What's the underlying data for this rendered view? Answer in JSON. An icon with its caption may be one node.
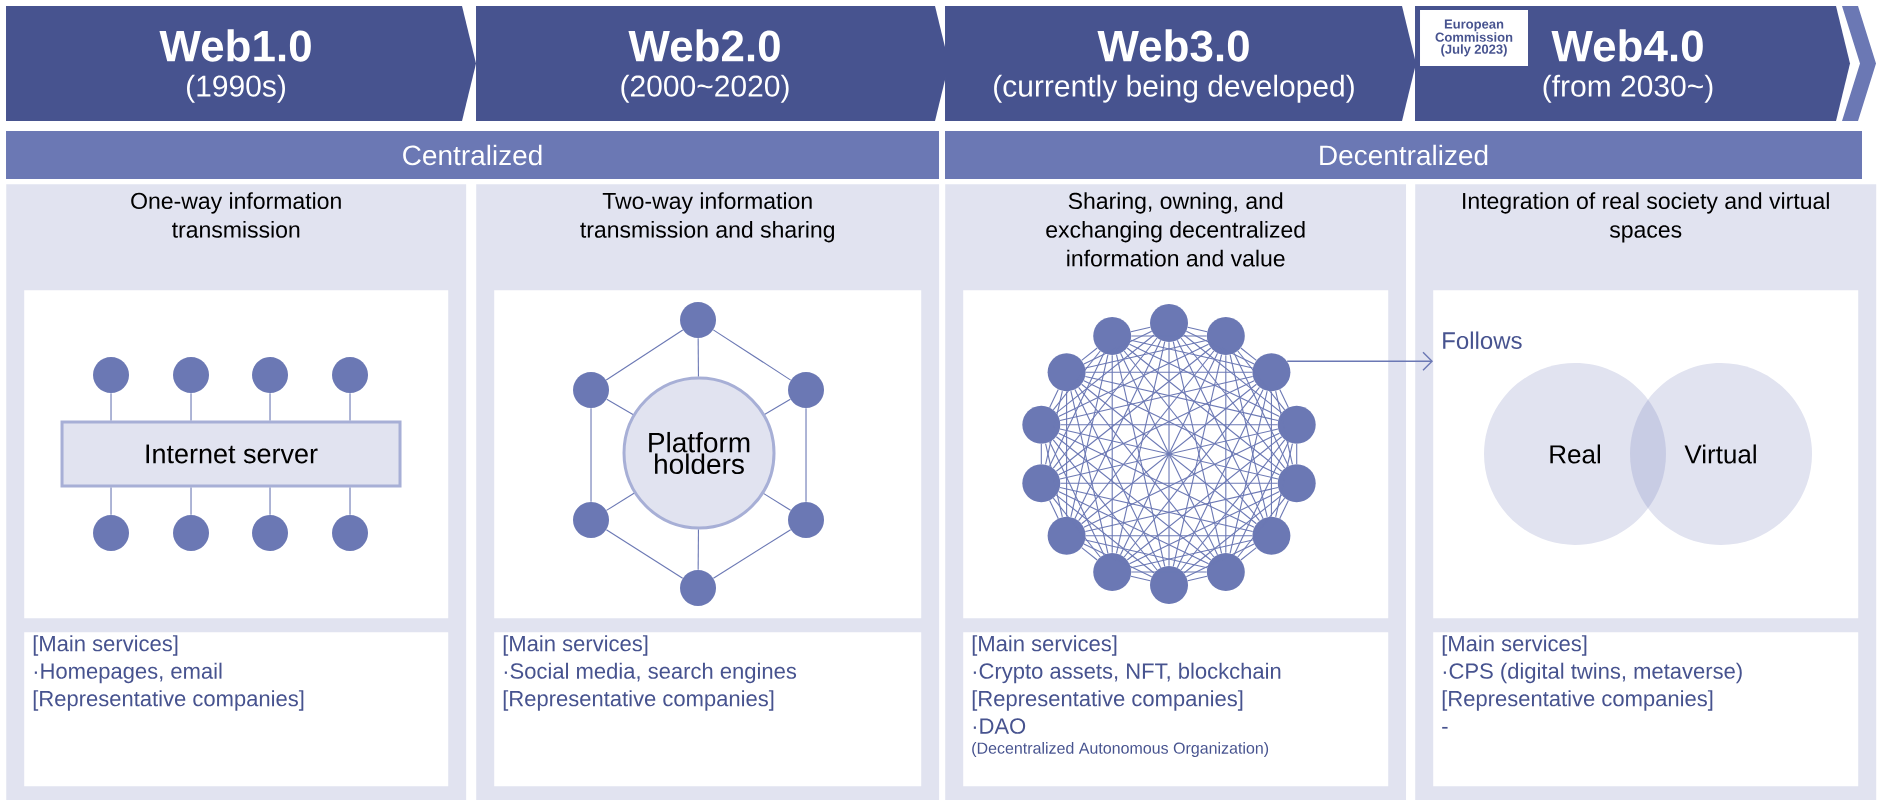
{
  "diagram": {
    "nodes": [
      {
        "text": [
          "Web1.0",
          "(1990s)"
        ]
      },
      {
        "text": [
          "Web2.0",
          "(2000~2020)"
        ]
      },
      {
        "text": [
          "Web3.0",
          "(currently being developed)"
        ]
      },
      {
        "text": [
          "Web4.0",
          "(from 2030~)"
        ]
      },
      {
        "text": [
          "European Commission (July 2023)"
        ],
        "in": 3
      },
      {
        "text": [
          "Centralized"
        ]
      },
      {
        "text": [
          "Decentralized"
        ]
      },
      {
        "text": [
          "One-way information transmission"
        ]
      },
      {
        "text": [],
        "shape": "box",
        "in": 7
      },
      {
        "text": [
          "Internet server"
        ],
        "in": 8
      },
      {
        "text": [],
        "shape": "circle",
        "in": 8
      },
      {
        "text": [],
        "shape": "circle",
        "in": 8
      },
      {
        "text": [],
        "shape": "circle",
        "in": 8
      },
      {
        "text": [],
        "shape": "circle",
        "in": 8
      },
      {
        "text": [],
        "shape": "circle",
        "in": 8
      },
      {
        "text": [],
        "shape": "circle",
        "in": 8
      },
      {
        "text": [],
        "shape": "circle",
        "in": 8
      },
      {
        "text": [],
        "shape": "circle",
        "in": 8
      },
      {
        "text": [
          "[Main services]",
          "·Homepages, email",
          "[Representative companies]"
        ],
        "in": 7
      },
      {
        "text": [
          "Two-way information transmission and sharing"
        ]
      },
      {
        "text": [],
        "shape": "box",
        "in": 19
      },
      {
        "text": [
          "Platform holders"
        ],
        "in": 20
      },
      {
        "text": [],
        "shape": "circle",
        "in": 20
      },
      {
        "text": [],
        "shape": "circle",
        "in": 20
      },
      {
        "text": [],
        "shape": "circle",
        "in": 20
      },
      {
        "text": [],
        "shape": "circle",
        "in": 20
      },
      {
        "text": [],
        "shape": "circle",
        "in": 20
      },
      {
        "text": [],
        "shape": "circle",
        "in": 20
      },
      {
        "text": [
          "[Main services]",
          "·Social media, search engines",
          "[Representative companies]"
        ],
        "in": 19
      },
      {
        "text": [
          "Sharing, owning, and exchanging decentralized information and value"
        ]
      },
      {
        "text": [],
        "shape": "box",
        "in": 29
      },
      {
        "text": [],
        "shape": "circle",
        "in": 30
      },
      {
        "text": [],
        "shape": "circle",
        "in": 30
      },
      {
        "text": [],
        "shape": "circle",
        "in": 30
      },
      {
        "text": [],
        "shape": "circle",
        "in": 30
      },
      {
        "text": [],
        "shape": "circle",
        "in": 30
      },
      {
        "text": [],
        "shape": "circle",
        "in": 30
      },
      {
        "text": [],
        "shape": "circle",
        "in": 30
      },
      {
        "text": [],
        "shape": "circle",
        "in": 30
      },
      {
        "text": [],
        "shape": "circle",
        "in": 30
      },
      {
        "text": [],
        "shape": "circle",
        "in": 30
      },
      {
        "text": [],
        "shape": "circle",
        "in": 30
      },
      {
        "text": [],
        "shape": "circle",
        "in": 30
      },
      {
        "text": [],
        "shape": "circle",
        "in": 30
      },
      {
        "text": [],
        "shape": "circle",
        "in": 30
      },
      {
        "text": [
          "[Main services]",
          "·Crypto assets, NFT, blockchain",
          "[Representative companies]",
          "·DAO",
          "(Decentralized Autonomous Organization)"
        ],
        "in": 29
      },
      {
        "text": [
          "Integration of real society and virtual spaces"
        ]
      },
      {
        "text": [],
        "shape": "box",
        "in": 46
      },
      {
        "text": [
          "Real"
        ],
        "in": 47
      },
      {
        "text": [
          "Virtual"
        ],
        "in": 47
      },
      {
        "text": [
          "[Main services]",
          "·CPS (digital twins, metaverse)",
          "[Representative companies]",
          "-"
        ],
        "in": 46
      }
    ],
    "edges": [
      {
        "from": 9,
        "to": 10,
        "arrow": "none"
      },
      {
        "from": 9,
        "to": 11,
        "arrow": "none"
      },
      {
        "from": 9,
        "to": 12,
        "arrow": "none"
      },
      {
        "from": 9,
        "to": 13,
        "arrow": "none"
      },
      {
        "from": 9,
        "to": 14,
        "arrow": "none"
      },
      {
        "from": 9,
        "to": 15,
        "arrow": "none"
      },
      {
        "from": 9,
        "to": 16,
        "arrow": "none"
      },
      {
        "from": 9,
        "to": 17,
        "arrow": "none"
      },
      {
        "from": 22,
        "to": 23,
        "arrow": "none"
      },
      {
        "from": 22,
        "to": 24,
        "arrow": "none"
      },
      {
        "from": 23,
        "to": 25,
        "arrow": "none"
      },
      {
        "from": 24,
        "to": 26,
        "arrow": "none"
      },
      {
        "from": 25,
        "to": 27,
        "arrow": "none"
      },
      {
        "from": 26,
        "to": 27,
        "arrow": "none"
      },
      {
        "from": 22,
        "to": 21,
        "arrow": "none"
      },
      {
        "from": 23,
        "to": 21,
        "arrow": "none"
      },
      {
        "from": 24,
        "to": 21,
        "arrow": "none"
      },
      {
        "from": 25,
        "to": 21,
        "arrow": "none"
      },
      {
        "from": 26,
        "to": 21,
        "arrow": "none"
      },
      {
        "from": 27,
        "to": 21,
        "arrow": "none"
      },
      {
        "from": 31,
        "to": 32,
        "arrow": "none"
      },
      {
        "from": 31,
        "to": 33,
        "arrow": "none"
      },
      {
        "from": 31,
        "to": 34,
        "arrow": "none"
      },
      {
        "from": 31,
        "to": 35,
        "arrow": "none"
      },
      {
        "from": 31,
        "to": 36,
        "arrow": "none"
      },
      {
        "from": 31,
        "to": 37,
        "arrow": "none"
      },
      {
        "from": 31,
        "to": 38,
        "arrow": "none"
      },
      {
        "from": 31,
        "to": 39,
        "arrow": "none"
      },
      {
        "from": 31,
        "to": 40,
        "arrow": "none"
      },
      {
        "from": 31,
        "to": 41,
        "arrow": "none"
      },
      {
        "from": 31,
        "to": 42,
        "arrow": "none"
      },
      {
        "from": 31,
        "to": 43,
        "arrow": "none"
      },
      {
        "from": 31,
        "to": 44,
        "arrow": "none"
      },
      {
        "from": 32,
        "to": 33,
        "arrow": "none"
      },
      {
        "from": 32,
        "to": 34,
        "arrow": "none"
      },
      {
        "from": 32,
        "to": 35,
        "arrow": "none"
      },
      {
        "from": 32,
        "to": 36,
        "arrow": "none"
      },
      {
        "from": 32,
        "to": 37,
        "arrow": "none"
      },
      {
        "from": 32,
        "to": 38,
        "arrow": "none"
      },
      {
        "from": 32,
        "to": 39,
        "arrow": "none"
      },
      {
        "from": 32,
        "to": 40,
        "arrow": "none"
      },
      {
        "from": 32,
        "to": 41,
        "arrow": "none"
      },
      {
        "from": 32,
        "to": 42,
        "arrow": "none"
      },
      {
        "from": 32,
        "to": 43,
        "arrow": "none"
      },
      {
        "from": 32,
        "to": 44,
        "arrow": "none"
      },
      {
        "from": 33,
        "to": 34,
        "arrow": "none"
      },
      {
        "from": 33,
        "to": 35,
        "arrow": "none"
      },
      {
        "from": 33,
        "to": 36,
        "arrow": "none"
      },
      {
        "from": 33,
        "to": 37,
        "arrow": "none"
      },
      {
        "from": 33,
        "to": 38,
        "arrow": "none"
      },
      {
        "from": 33,
        "to": 39,
        "arrow": "none"
      },
      {
        "from": 33,
        "to": 40,
        "arrow": "none"
      },
      {
        "from": 33,
        "to": 41,
        "arrow": "none"
      },
      {
        "from": 33,
        "to": 42,
        "arrow": "none"
      },
      {
        "from": 33,
        "to": 43,
        "arrow": "none"
      },
      {
        "from": 33,
        "to": 44,
        "arrow": "none"
      },
      {
        "from": 34,
        "to": 35,
        "arrow": "none"
      },
      {
        "from": 34,
        "to": 36,
        "arrow": "none"
      },
      {
        "from": 34,
        "to": 37,
        "arrow": "none"
      },
      {
        "from": 34,
        "to": 38,
        "arrow": "none"
      },
      {
        "from": 34,
        "to": 39,
        "arrow": "none"
      },
      {
        "from": 34,
        "to": 40,
        "arrow": "none"
      },
      {
        "from": 34,
        "to": 41,
        "arrow": "none"
      },
      {
        "from": 34,
        "to": 42,
        "arrow": "none"
      },
      {
        "from": 34,
        "to": 43,
        "arrow": "none"
      },
      {
        "from": 34,
        "to": 44,
        "arrow": "none"
      },
      {
        "from": 35,
        "to": 36,
        "arrow": "none"
      },
      {
        "from": 35,
        "to": 37,
        "arrow": "none"
      },
      {
        "from": 35,
        "to": 38,
        "arrow": "none"
      },
      {
        "from": 35,
        "to": 39,
        "arrow": "none"
      },
      {
        "from": 35,
        "to": 40,
        "arrow": "none"
      },
      {
        "from": 35,
        "to": 41,
        "arrow": "none"
      },
      {
        "from": 35,
        "to": 42,
        "arrow": "none"
      },
      {
        "from": 35,
        "to": 43,
        "arrow": "none"
      },
      {
        "from": 35,
        "to": 44,
        "arrow": "none"
      },
      {
        "from": 36,
        "to": 37,
        "arrow": "none"
      },
      {
        "from": 36,
        "to": 38,
        "arrow": "none"
      },
      {
        "from": 36,
        "to": 39,
        "arrow": "none"
      },
      {
        "from": 36,
        "to": 40,
        "arrow": "none"
      },
      {
        "from": 36,
        "to": 41,
        "arrow": "none"
      },
      {
        "from": 36,
        "to": 42,
        "arrow": "none"
      },
      {
        "from": 36,
        "to": 43,
        "arrow": "none"
      },
      {
        "from": 36,
        "to": 44,
        "arrow": "none"
      },
      {
        "from": 37,
        "to": 38,
        "arrow": "none"
      },
      {
        "from": 37,
        "to": 39,
        "arrow": "none"
      },
      {
        "from": 37,
        "to": 40,
        "arrow": "none"
      },
      {
        "from": 37,
        "to": 41,
        "arrow": "none"
      },
      {
        "from": 37,
        "to": 42,
        "arrow": "none"
      },
      {
        "from": 37,
        "to": 43,
        "arrow": "none"
      },
      {
        "from": 37,
        "to": 44,
        "arrow": "none"
      },
      {
        "from": 38,
        "to": 39,
        "arrow": "none"
      },
      {
        "from": 38,
        "to": 40,
        "arrow": "none"
      },
      {
        "from": 38,
        "to": 41,
        "arrow": "none"
      },
      {
        "from": 38,
        "to": 42,
        "arrow": "none"
      },
      {
        "from": 38,
        "to": 43,
        "arrow": "none"
      },
      {
        "from": 38,
        "to": 44,
        "arrow": "none"
      },
      {
        "from": 39,
        "to": 40,
        "arrow": "none"
      },
      {
        "from": 39,
        "to": 41,
        "arrow": "none"
      },
      {
        "from": 39,
        "to": 42,
        "arrow": "none"
      },
      {
        "from": 39,
        "to": 43,
        "arrow": "none"
      },
      {
        "from": 39,
        "to": 44,
        "arrow": "none"
      },
      {
        "from": 40,
        "to": 41,
        "arrow": "none"
      },
      {
        "from": 40,
        "to": 42,
        "arrow": "none"
      },
      {
        "from": 40,
        "to": 43,
        "arrow": "none"
      },
      {
        "from": 40,
        "to": 44,
        "arrow": "none"
      },
      {
        "from": 41,
        "to": 42,
        "arrow": "none"
      },
      {
        "from": 41,
        "to": 43,
        "arrow": "none"
      },
      {
        "from": 41,
        "to": 44,
        "arrow": "none"
      },
      {
        "from": 42,
        "to": 43,
        "arrow": "none"
      },
      {
        "from": 42,
        "to": 44,
        "arrow": "none"
      },
      {
        "from": 43,
        "to": 44,
        "arrow": "none"
      },
      {
        "from": 35,
        "to": 47,
        "arrow": "to",
        "label": "Follows"
      }
    ]
  }
}
